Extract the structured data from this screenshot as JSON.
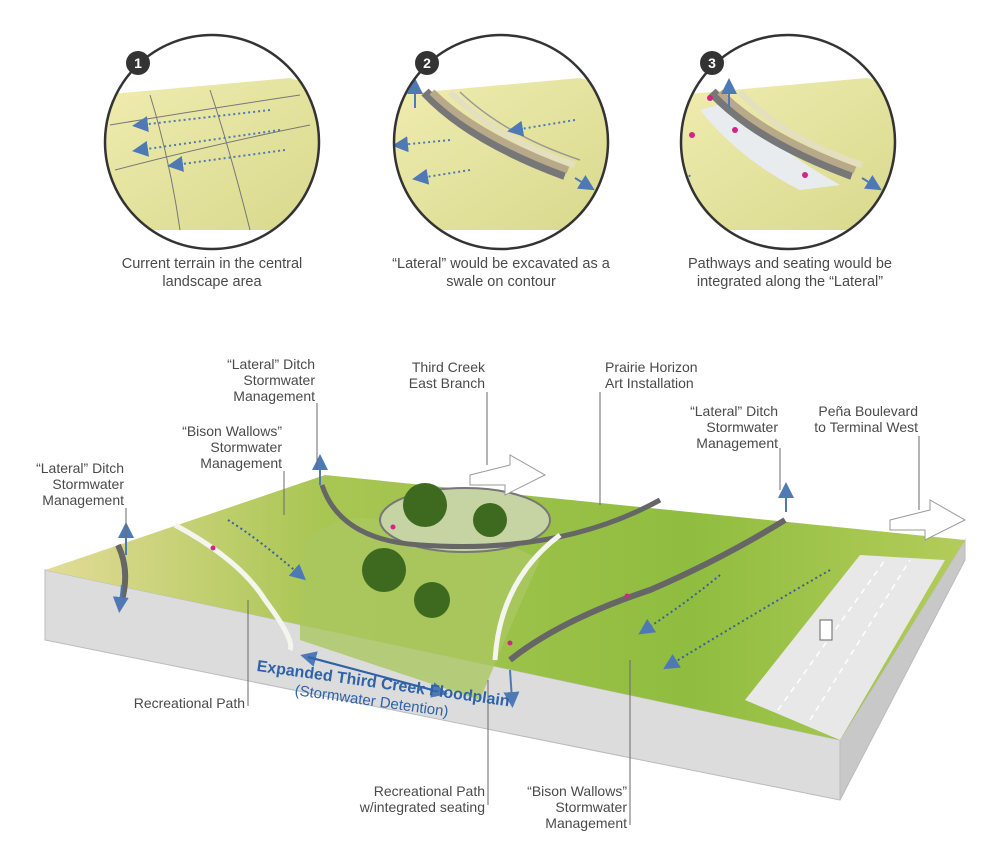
{
  "steps": [
    {
      "number": "1",
      "caption_line1": "Current terrain in the central",
      "caption_line2": "landscape area"
    },
    {
      "number": "2",
      "caption_line1": "“Lateral” would be excavated as a",
      "caption_line2": "swale on contour"
    },
    {
      "number": "3",
      "caption_line1": "Pathways and seating would be",
      "caption_line2": "integrated along the “Lateral”"
    }
  ],
  "callouts": {
    "lateral_ditch_left": {
      "line1": "“Lateral” Ditch",
      "line2": "Stormwater",
      "line3": "Management"
    },
    "bison_wallows_top": {
      "line1": "“Bison Wallows”",
      "line2": "Stormwater",
      "line3": "Management"
    },
    "lateral_ditch_top": {
      "line1": "“Lateral” Ditch",
      "line2": "Stormwater",
      "line3": "Management"
    },
    "third_creek": {
      "line1": "Third Creek",
      "line2": "East Branch"
    },
    "prairie_horizon": {
      "line1": "Prairie Horizon",
      "line2": "Art Installation"
    },
    "lateral_ditch_right": {
      "line1": "“Lateral” Ditch",
      "line2": "Stormwater",
      "line3": "Management"
    },
    "pena_boulevard": {
      "line1": "Peña Boulevard",
      "line2": "to Terminal West"
    },
    "recreational_path": {
      "line1": "Recreational Path"
    },
    "recreational_path_seating": {
      "line1": "Recreational Path",
      "line2": "w/integrated seating"
    },
    "bison_wallows_bottom": {
      "line1": "“Bison Wallows”",
      "line2": "Stormwater",
      "line3": "Management"
    }
  },
  "floodplain": {
    "title": "Expanded Third Creek Floodplain",
    "subtitle": "(Stormwater Detention)"
  },
  "colors": {
    "grass_light": "#e8e6a4",
    "grass_green": "#9cc24a",
    "earth_side": "#d9d9d9",
    "blue_accent": "#2f63a8",
    "badge": "#333333",
    "people_magenta": "#d0268a"
  }
}
